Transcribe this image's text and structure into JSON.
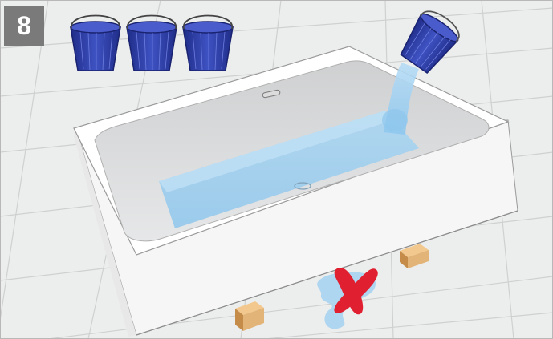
{
  "step": {
    "number": "8"
  },
  "illustration": {
    "buckets_full": 3,
    "pouring_bucket": 1,
    "colors": {
      "tile_floor": "#eceded",
      "tile_grout": "#cfd1d1",
      "tub_white": "#ffffff",
      "tub_side": "#f4f4f4",
      "tub_inner": "#d9dadb",
      "water": "#9fd0f0",
      "bucket": "#2f3fa6",
      "wood_block": "#e3b478",
      "cross_red": "#e02030",
      "badge": "#7a7a7a"
    },
    "icons": [
      "bucket-icon",
      "bathtub",
      "wood-support-block",
      "water-puddle",
      "red-cross-icon"
    ]
  }
}
